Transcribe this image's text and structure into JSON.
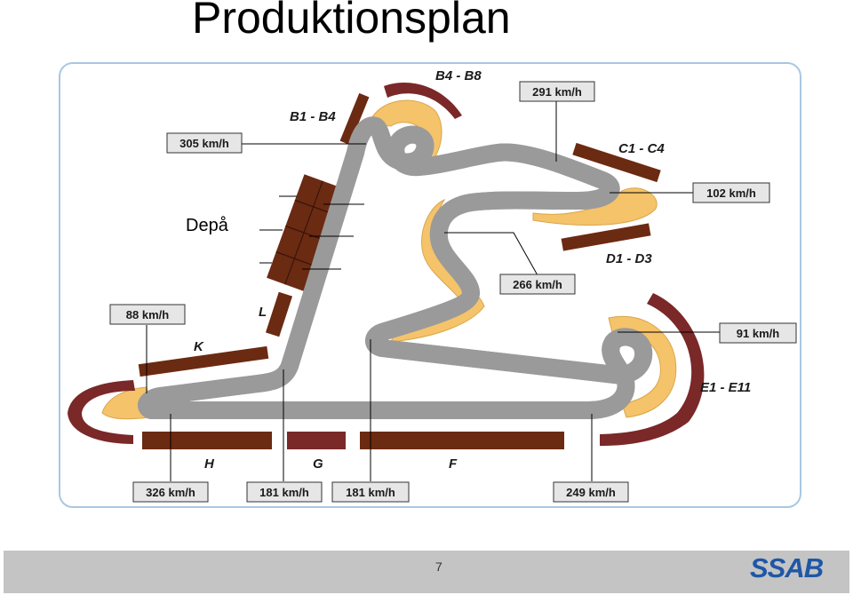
{
  "slide": {
    "title": "Produktionsplan",
    "page_number": "7",
    "logo_text": "SSAB"
  },
  "map": {
    "depot_label": "Depå",
    "zones": [
      {
        "id": "B4-B8",
        "label": "B4 - B8"
      },
      {
        "id": "B1-B4",
        "label": "B1 - B4"
      },
      {
        "id": "C1-C4",
        "label": "C1 - C4"
      },
      {
        "id": "D1-D3",
        "label": "D1 - D3"
      },
      {
        "id": "E1-E11",
        "label": "E1 - E11"
      },
      {
        "id": "K",
        "label": "K"
      },
      {
        "id": "L",
        "label": "L"
      },
      {
        "id": "H",
        "label": "H"
      },
      {
        "id": "G",
        "label": "G"
      },
      {
        "id": "F",
        "label": "F"
      }
    ],
    "speeds": [
      {
        "id": "s305",
        "label": "305 km/h"
      },
      {
        "id": "s291",
        "label": "291 km/h"
      },
      {
        "id": "s102",
        "label": "102 km/h"
      },
      {
        "id": "s266",
        "label": "266 km/h"
      },
      {
        "id": "s88",
        "label": "88 km/h"
      },
      {
        "id": "s91",
        "label": "91 km/h"
      },
      {
        "id": "s326",
        "label": "326 km/h"
      },
      {
        "id": "s181a",
        "label": "181 km/h"
      },
      {
        "id": "s181b",
        "label": "181 km/h"
      },
      {
        "id": "s249",
        "label": "249 km/h"
      }
    ]
  },
  "colors": {
    "grandstand": "#6b2a12",
    "grandstand_red": "#7a2828",
    "runoff": "#f5c36a",
    "track_edge": "#9a9a9a",
    "track_fill": "#e9e9e9",
    "label_bg": "#e6e6e6"
  }
}
